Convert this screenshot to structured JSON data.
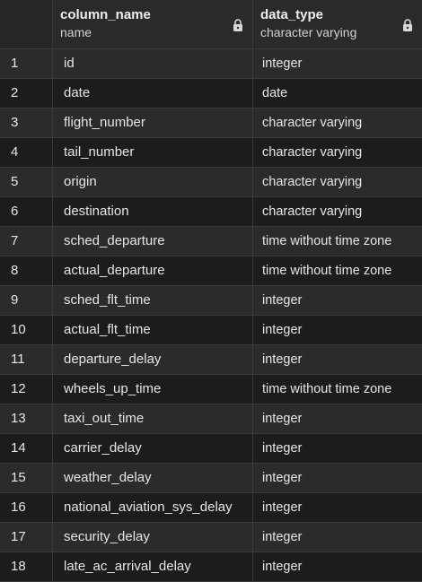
{
  "columns": [
    {
      "name": "column_name",
      "type": "name",
      "icon": "lock-icon"
    },
    {
      "name": "data_type",
      "type": "character varying",
      "icon": "lock-icon"
    }
  ],
  "rows": [
    {
      "num": "1",
      "column_name": "id",
      "data_type": "integer"
    },
    {
      "num": "2",
      "column_name": "date",
      "data_type": "date"
    },
    {
      "num": "3",
      "column_name": "flight_number",
      "data_type": "character varying"
    },
    {
      "num": "4",
      "column_name": "tail_number",
      "data_type": "character varying"
    },
    {
      "num": "5",
      "column_name": "origin",
      "data_type": "character varying"
    },
    {
      "num": "6",
      "column_name": "destination",
      "data_type": "character varying"
    },
    {
      "num": "7",
      "column_name": "sched_departure",
      "data_type": "time without time zone"
    },
    {
      "num": "8",
      "column_name": "actual_departure",
      "data_type": "time without time zone"
    },
    {
      "num": "9",
      "column_name": "sched_flt_time",
      "data_type": "integer"
    },
    {
      "num": "10",
      "column_name": "actual_flt_time",
      "data_type": "integer"
    },
    {
      "num": "11",
      "column_name": "departure_delay",
      "data_type": "integer"
    },
    {
      "num": "12",
      "column_name": "wheels_up_time",
      "data_type": "time without time zone"
    },
    {
      "num": "13",
      "column_name": "taxi_out_time",
      "data_type": "integer"
    },
    {
      "num": "14",
      "column_name": "carrier_delay",
      "data_type": "integer"
    },
    {
      "num": "15",
      "column_name": "weather_delay",
      "data_type": "integer"
    },
    {
      "num": "16",
      "column_name": "national_aviation_sys_delay",
      "data_type": "integer"
    },
    {
      "num": "17",
      "column_name": "security_delay",
      "data_type": "integer"
    },
    {
      "num": "18",
      "column_name": "late_ac_arrival_delay",
      "data_type": "integer"
    }
  ]
}
